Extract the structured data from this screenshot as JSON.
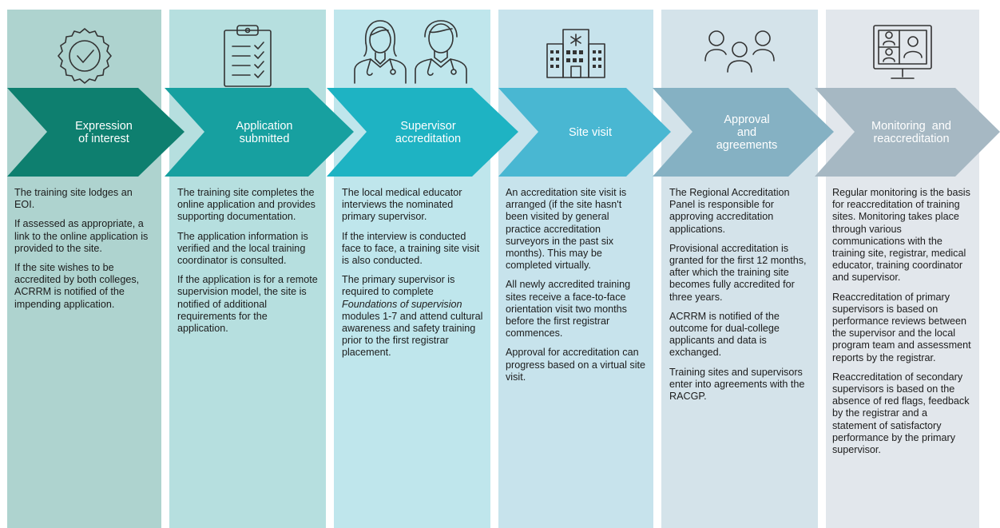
{
  "stages": [
    {
      "id": "eoi",
      "icon": "badge-check-icon",
      "title": "Expression\nof interest",
      "color": "#0e7f6f",
      "column_bg": "#aed3cf",
      "paragraphs": [
        "The training site lodges an EOI.",
        "If assessed as appropriate, a link to the online application is provided to the site.",
        "If the site wishes to be accredited by both colleges, ACRRM is notified of the impending application."
      ]
    },
    {
      "id": "application",
      "icon": "clipboard-checklist-icon",
      "title": "Application\nsubmitted",
      "color": "#17a0a0",
      "column_bg": "#b6dfdf",
      "paragraphs": [
        "The training site completes the online application and provides supporting documentation.",
        "The application information is verified and the local training coordinator is consulted.",
        "If the application is for a remote supervision model, the site is notified of additional requirements for the application."
      ]
    },
    {
      "id": "supervisor",
      "icon": "doctors-icon",
      "title": "Supervisor\naccreditation",
      "color": "#1eb3c3",
      "column_bg": "#bfe6ec",
      "paragraphs": [
        "The local medical educator interviews the nominated primary supervisor.",
        "If the interview is conducted face to face, a training site visit is also conducted.",
        "The primary supervisor is required to complete Foundations of supervision modules 1-7 and attend cultural awareness and safety training prior to the first registrar placement."
      ]
    },
    {
      "id": "site-visit",
      "icon": "hospital-icon",
      "title": "Site visit",
      "color": "#49b7d2",
      "column_bg": "#c7e3ec",
      "paragraphs": [
        "An accreditation site visit is arranged (if the site hasn't been visited by general practice accreditation surveyors in the past six months). This may be completed virtually.",
        "All newly accredited training sites receive a face-to-face orientation visit two months before the first registrar commences.",
        "Approval for accreditation can progress based on a virtual site visit."
      ]
    },
    {
      "id": "approval",
      "icon": "people-group-icon",
      "title": "Approval\nand\nagreements",
      "color": "#85b1c3",
      "column_bg": "#d4e3ea",
      "paragraphs": [
        "The Regional Accreditation Panel is responsible for approving accreditation applications.",
        "Provisional accreditation is granted for the first 12 months, after which the training site becomes fully accredited for three years.",
        "ACRRM is notified of the outcome for dual-college applicants and data is exchanged.",
        "Training sites and supervisors enter into agreements with the RACGP."
      ]
    },
    {
      "id": "monitoring",
      "icon": "video-conference-icon",
      "title": "Monitoring  and\nreaccreditation",
      "color": "#a6b8c3",
      "column_bg": "#e2e7ec",
      "paragraphs": [
        "Regular monitoring is the basis for reaccreditation of training sites. Monitoring takes place through various communications with the training site, registrar, medical educator, training coordinator and supervisor.",
        "Reaccreditation of primary supervisors is based on performance reviews between the supervisor and the local program team and assessment reports by the registrar.",
        "Reaccreditation of secondary supervisors is based on the absence of red flags, feedback by the registrar and a statement of satisfactory performance by the primary supervisor."
      ]
    }
  ],
  "emphasis": "Foundations of supervision"
}
